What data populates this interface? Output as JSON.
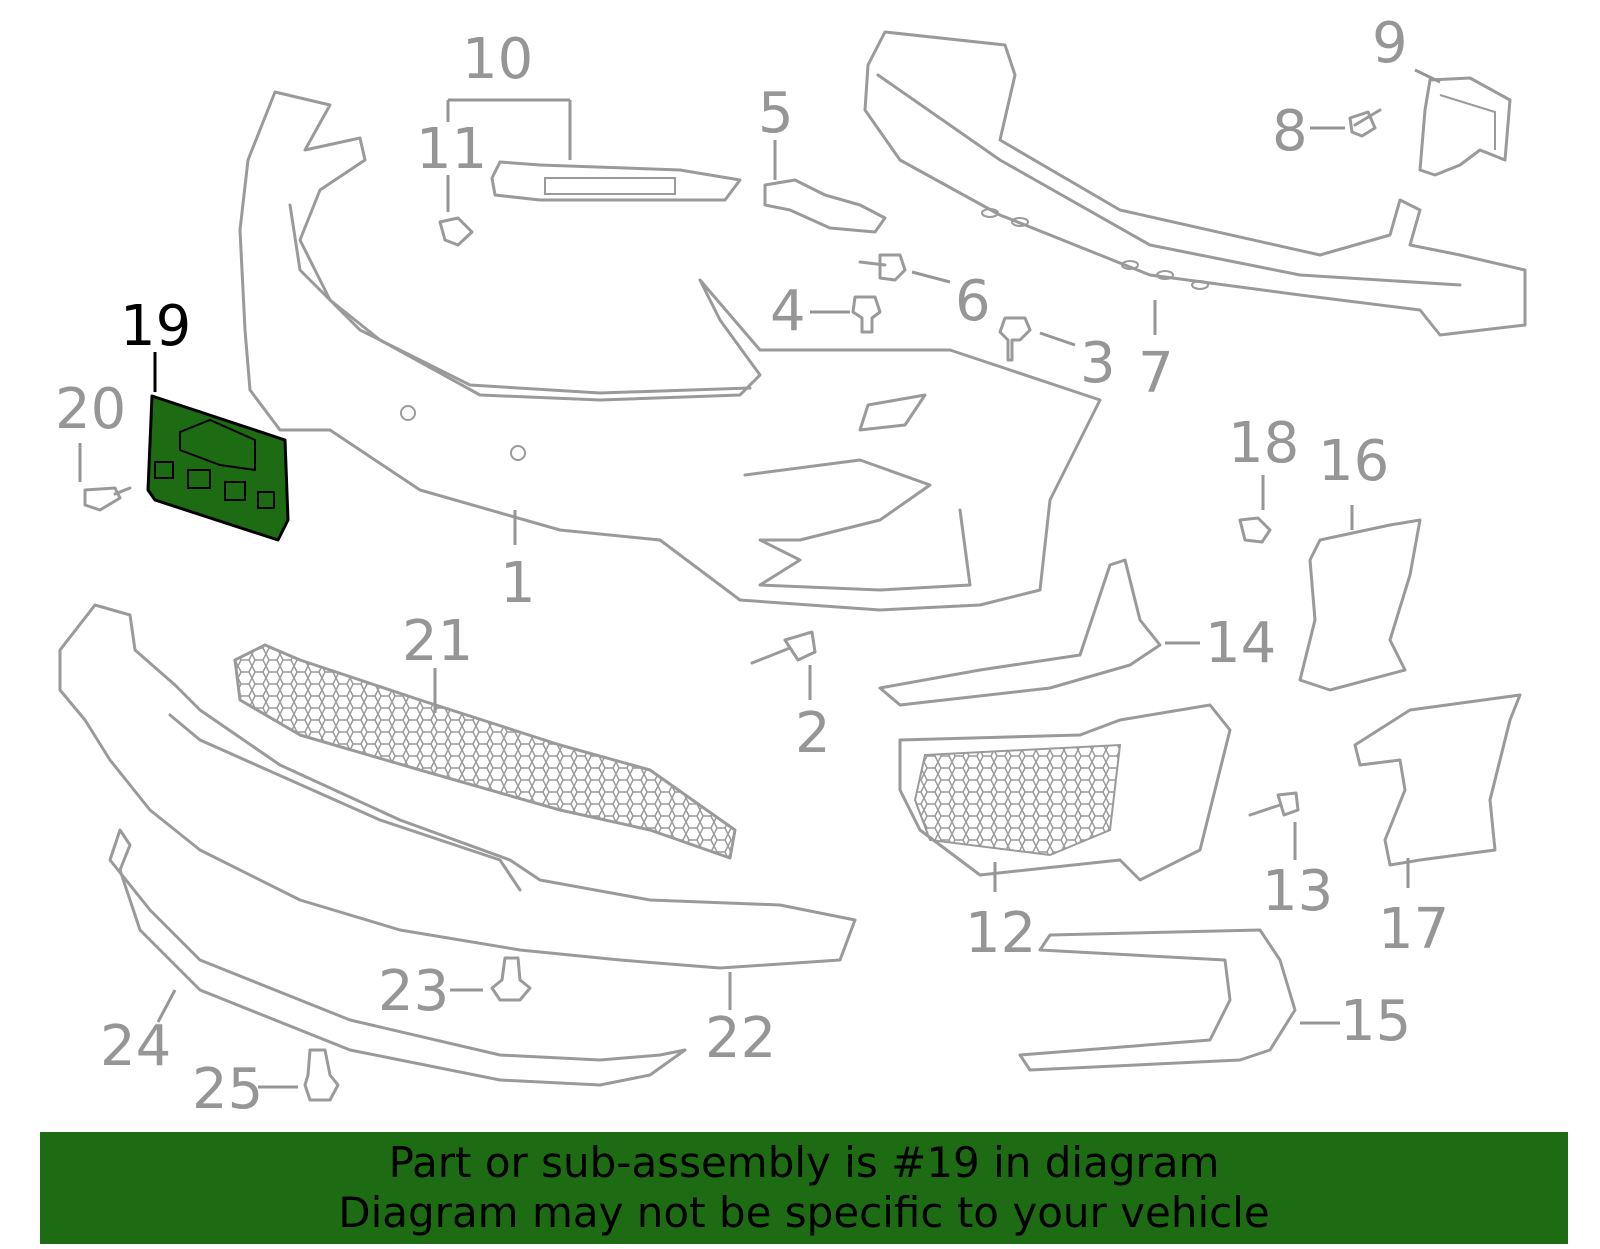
{
  "diagram": {
    "highlight_part": "19",
    "highlight_color": "#1d6b12",
    "part_color": "#9a9a9a",
    "callouts": [
      {
        "id": "c1",
        "label": "1"
      },
      {
        "id": "c2",
        "label": "2"
      },
      {
        "id": "c3",
        "label": "3"
      },
      {
        "id": "c4",
        "label": "4"
      },
      {
        "id": "c5",
        "label": "5"
      },
      {
        "id": "c6",
        "label": "6"
      },
      {
        "id": "c7",
        "label": "7"
      },
      {
        "id": "c8",
        "label": "8"
      },
      {
        "id": "c9",
        "label": "9"
      },
      {
        "id": "c10",
        "label": "10"
      },
      {
        "id": "c11",
        "label": "11"
      },
      {
        "id": "c12",
        "label": "12"
      },
      {
        "id": "c13",
        "label": "13"
      },
      {
        "id": "c14",
        "label": "14"
      },
      {
        "id": "c15",
        "label": "15"
      },
      {
        "id": "c16",
        "label": "16"
      },
      {
        "id": "c17",
        "label": "17"
      },
      {
        "id": "c18",
        "label": "18"
      },
      {
        "id": "c19",
        "label": "19"
      },
      {
        "id": "c20",
        "label": "20"
      },
      {
        "id": "c21",
        "label": "21"
      },
      {
        "id": "c22",
        "label": "22"
      },
      {
        "id": "c23",
        "label": "23"
      },
      {
        "id": "c24",
        "label": "24"
      },
      {
        "id": "c25",
        "label": "25"
      }
    ]
  },
  "banner": {
    "line1": "Part or sub-assembly is #19 in diagram",
    "line2": "Diagram may not be specific to your vehicle",
    "background": "#1d6b12"
  }
}
